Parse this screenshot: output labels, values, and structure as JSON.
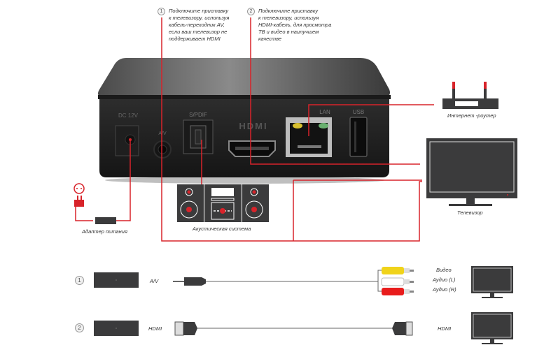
{
  "instructions": [
    {
      "number": "1",
      "text_lines": [
        "Подключите приставку",
        "к телевизору, используя",
        "кабель-переходник AV,",
        "если ваш телевизор не",
        "поддерживает HDMI"
      ]
    },
    {
      "number": "2",
      "text_lines": [
        "Подключите приставку",
        "к телевизору, используя",
        "HDMI-кабель, для просмотра",
        "ТВ и видео в наилучшем",
        "качестве"
      ]
    }
  ],
  "device_ports": {
    "power": [
      "DC 12V"
    ],
    "av": "A/V",
    "spdif": "S/PDIF",
    "hdmi": "HDMI",
    "lan": "LAN",
    "usb": "USB"
  },
  "labels": {
    "router": "Интернет -роутер",
    "tv": "Телевизор",
    "adapter": "Адаптер питания",
    "speakers": "Акустическая система"
  },
  "connections": [
    {
      "number": "1",
      "cable": "A/V",
      "outputs": [
        "Видео",
        "Аудио (L)",
        "Аудио (R)"
      ]
    },
    {
      "number": "2",
      "cable": "HDMI",
      "output": "HDMI"
    }
  ],
  "colors": {
    "accent": "#d8232a",
    "device": "#2b2b2b",
    "icon": "#3b3b3c",
    "rca_video": "#f0d31a",
    "rca_left": "#ffffff",
    "rca_right": "#e81c1c"
  }
}
